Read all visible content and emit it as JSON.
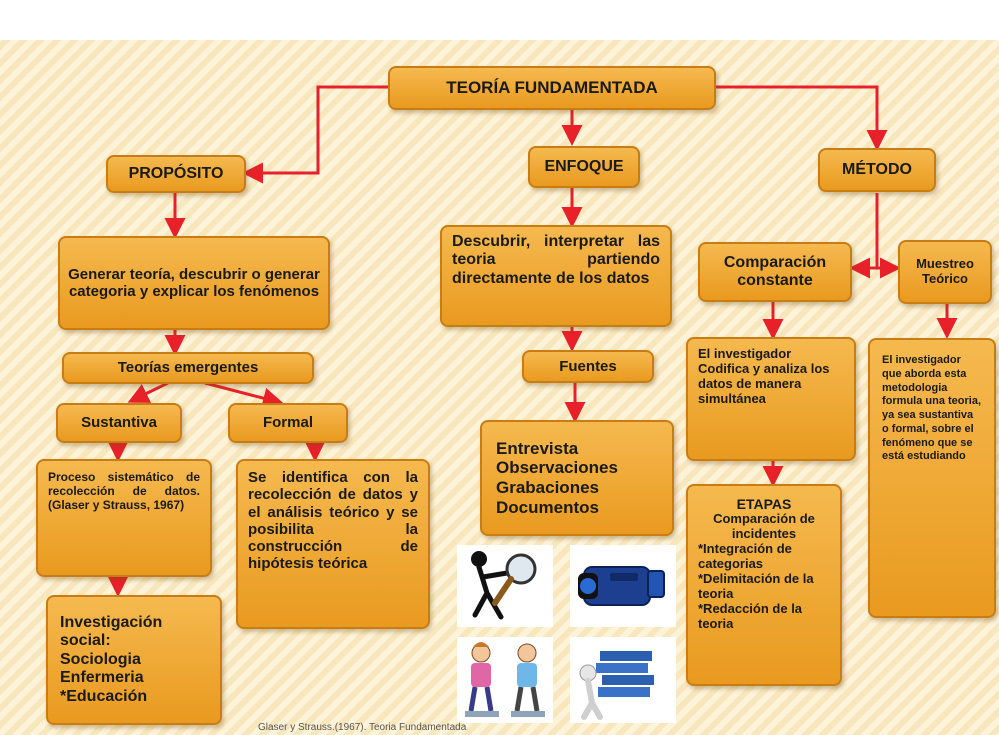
{
  "title": "TEORÍA FUNDAMENTADA",
  "proposito": {
    "label": "PROPÓSITO",
    "description": "Generar teoría, descubrir o generar categoria y explicar los fenómenos",
    "emergentes": "Teorías emergentes",
    "sustantiva": {
      "label": "Sustantiva",
      "description": "Proceso sistemático de recolección de datos. (Glaser y Strauss, 1967)",
      "areas": [
        "Investigación social:",
        "Sociologia",
        "Enfermeria",
        "*Educación"
      ]
    },
    "formal": {
      "label": "Formal",
      "description": "Se identifica con la recolección de datos y el análisis teórico y se posibilita la construcción de hipótesis teórica"
    }
  },
  "enfoque": {
    "label": "ENFOQUE",
    "description": "Descubrir, interpretar las teoria partiendo directamente de los datos",
    "fuentes": "Fuentes",
    "fuentes_items": [
      "Entrevista",
      "Observaciones",
      "Grabaciones",
      "Documentos"
    ]
  },
  "metodo": {
    "label": "MÉTODO",
    "comparacion": "Comparación constante",
    "comparacion_detail": "El investigador Codifica y analiza los datos de manera simultánea",
    "etapas_title": "ETAPAS",
    "etapas": [
      "Comparación de incidentes",
      "*Integración de categorias",
      "*Delimitación de la teoria",
      "*Redacción de la teoria"
    ],
    "muestreo": "Muestreo Teórico",
    "muestreo_detail": "El investigador que aborda esta metodologia formula una teoria, ya sea sustantiva o formal, sobre el fenómeno que se está estudiando"
  },
  "caption": "Glaser y Strauss.(1967). Teoria Fundamentada",
  "colors": {
    "box": "#eea634",
    "border": "#c77d13",
    "arrow": "#e8202a",
    "background": "#fbeccb"
  },
  "icons": [
    "magnifier-figure-icon",
    "video-camera-icon",
    "interview-people-icon",
    "documents-carrier-icon"
  ]
}
